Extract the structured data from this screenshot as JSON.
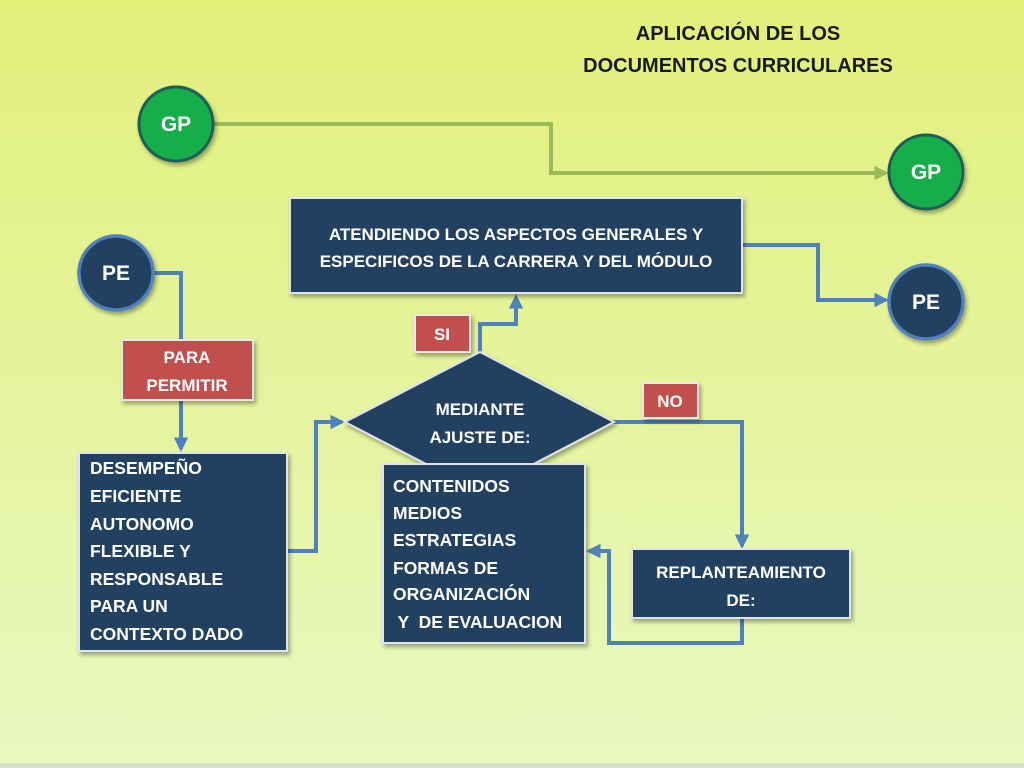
{
  "title": {
    "line1": "APLICACIÓN DE LOS",
    "line2": "DOCUMENTOS CURRICULARES"
  },
  "colors": {
    "background_top": "#e2f07a",
    "background_bottom": "#e8f8c0",
    "navy": "#243f60",
    "red": "#c0504d",
    "green": "#14ad4b",
    "connector_blue": "#4f81bd",
    "connector_green": "#9bbb59"
  },
  "nodes": {
    "gp_top": "GP",
    "gp_right": "GP",
    "pe_left": "PE",
    "pe_right": "PE",
    "atendiendo": {
      "lines": [
        "ATENDIENDO LOS ASPECTOS GENERALES Y",
        "ESPECIFICOS DE LA CARRERA Y DEL MÓDULO"
      ]
    },
    "si": "SI",
    "no": "NO",
    "para_permitir": {
      "lines": [
        "PARA",
        "PERMITIR"
      ]
    },
    "mediante": {
      "lines": [
        "MEDIANTE",
        "AJUSTE DE:"
      ]
    },
    "desempeno": {
      "lines": [
        "DESEMPEÑO",
        "EFICIENTE",
        "AUTONOMO",
        "FLEXIBLE Y",
        "RESPONSABLE",
        "PARA UN",
        "CONTEXTO DADO"
      ]
    },
    "contenidos": {
      "lines": [
        "CONTENIDOS",
        "MEDIOS",
        "ESTRATEGIAS",
        "FORMAS DE",
        "ORGANIZACIÓN",
        " Y  DE EVALUACION"
      ]
    },
    "replanteamiento": {
      "lines": [
        "REPLANTEAMIENTO",
        "DE:"
      ]
    }
  }
}
